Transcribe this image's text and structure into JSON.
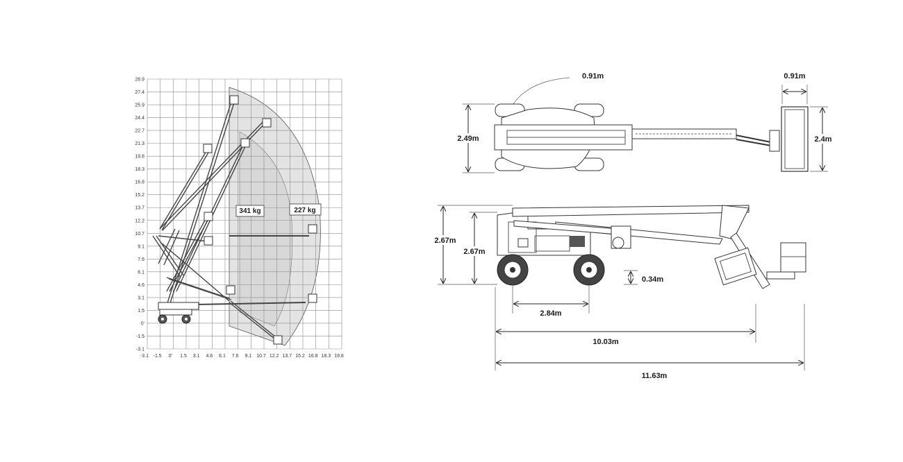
{
  "reach_chart": {
    "y_ticks": [
      "28.9",
      "27.4",
      "25.9",
      "24.4",
      "22.7",
      "21.3",
      "19.8",
      "18.3",
      "16.8",
      "15.2",
      "13.7",
      "12.2",
      "10.7",
      "9.1",
      "7.6",
      "6.1",
      "4.6",
      "3.1",
      "1.5",
      "0'",
      "-1.5",
      "-3.1"
    ],
    "x_ticks": [
      "-3.1",
      "-1.5",
      "0'",
      "1.5",
      "3.1",
      "4.6",
      "6.1",
      "7.6",
      "9.1",
      "10.7",
      "12.2",
      "13.7",
      "15.2",
      "16.8",
      "18.3",
      "19.8"
    ],
    "load_inner": "341 kg",
    "load_outer": "227 kg"
  },
  "top_view": {
    "turning_radius": "0.91m",
    "platform_depth": "0.91m",
    "chassis_width": "2.49m",
    "platform_width": "2.4m"
  },
  "side_view": {
    "overall_height": "2.67m",
    "stowed_height": "2.67m",
    "ground_clearance": "0.34m",
    "wheelbase": "2.84m",
    "stowed_length": "10.03m",
    "overall_length": "11.63m"
  },
  "colors": {
    "envelope_fill": "#d9d9d9",
    "line": "#333333"
  }
}
